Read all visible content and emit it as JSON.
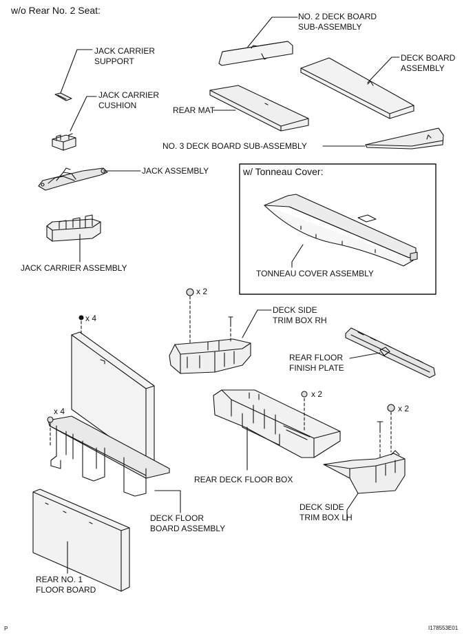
{
  "page": {
    "title": "w/o Rear No. 2 Seat:",
    "figure_id": "I178553E01",
    "corner_mark": "P"
  },
  "labels": {
    "no2_deck_board_sub_assembly": "NO. 2 DECK BOARD\nSUB-ASSEMBLY",
    "jack_carrier_support": "JACK CARRIER\nSUPPORT",
    "deck_board_assembly": "DECK BOARD\nASSEMBLY",
    "jack_carrier_cushion": "JACK CARRIER\nCUSHION",
    "rear_mat": "REAR MAT",
    "no3_deck_board_sub_assembly": "NO. 3 DECK BOARD SUB-ASSEMBLY",
    "jack_assembly": "JACK ASSEMBLY",
    "jack_carrier_assembly": "JACK CARRIER ASSEMBLY",
    "tonneau_box_title": "w/ Tonneau Cover:",
    "tonneau_cover_assembly": "TONNEAU COVER ASSEMBLY",
    "deck_side_trim_box_rh": "DECK SIDE\nTRIM BOX RH",
    "rear_floor_finish_plate": "REAR FLOOR\nFINISH PLATE",
    "rear_deck_floor_box": "REAR DECK FLOOR BOX",
    "deck_floor_board_assembly": "DECK FLOOR\nBOARD ASSEMBLY",
    "deck_side_trim_box_lh": "DECK SIDE\nTRIM BOX LH",
    "rear_no1_floor_board": "REAR NO. 1\nFLOOR BOARD"
  },
  "quantities": {
    "clip_top_center": "x 2",
    "screw_left_top": "x 4",
    "clip_left": "x 4",
    "clip_center": "x 2",
    "clip_right": "x 2"
  }
}
